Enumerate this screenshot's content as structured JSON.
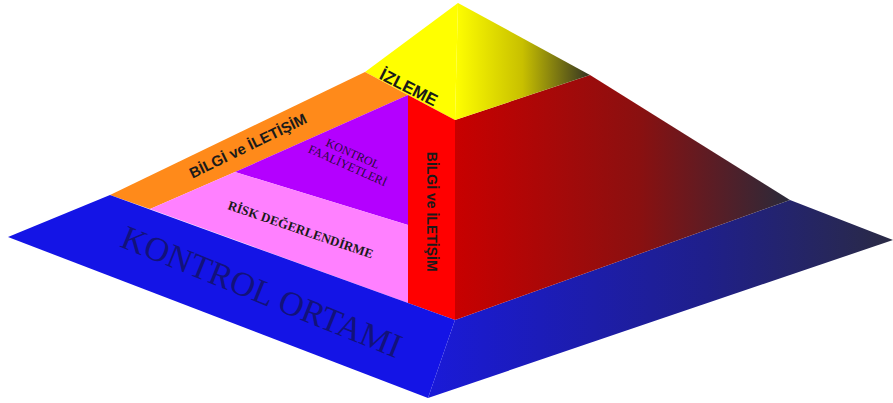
{
  "diagram": {
    "nodes": [
      {
        "text": [
          "İZLEME"
        ]
      },
      {
        "text": [
          "BİLGİ ve İLETİŞİM"
        ]
      },
      {
        "text": [
          "BİLGİ ve İLETİŞİM"
        ]
      },
      {
        "text": [
          "KONTROL FAALİYETLERİ"
        ]
      },
      {
        "text": [
          "RİSK DEĞERLENDİRME"
        ]
      },
      {
        "text": [
          "KONTROL ORTAMI"
        ]
      }
    ]
  }
}
